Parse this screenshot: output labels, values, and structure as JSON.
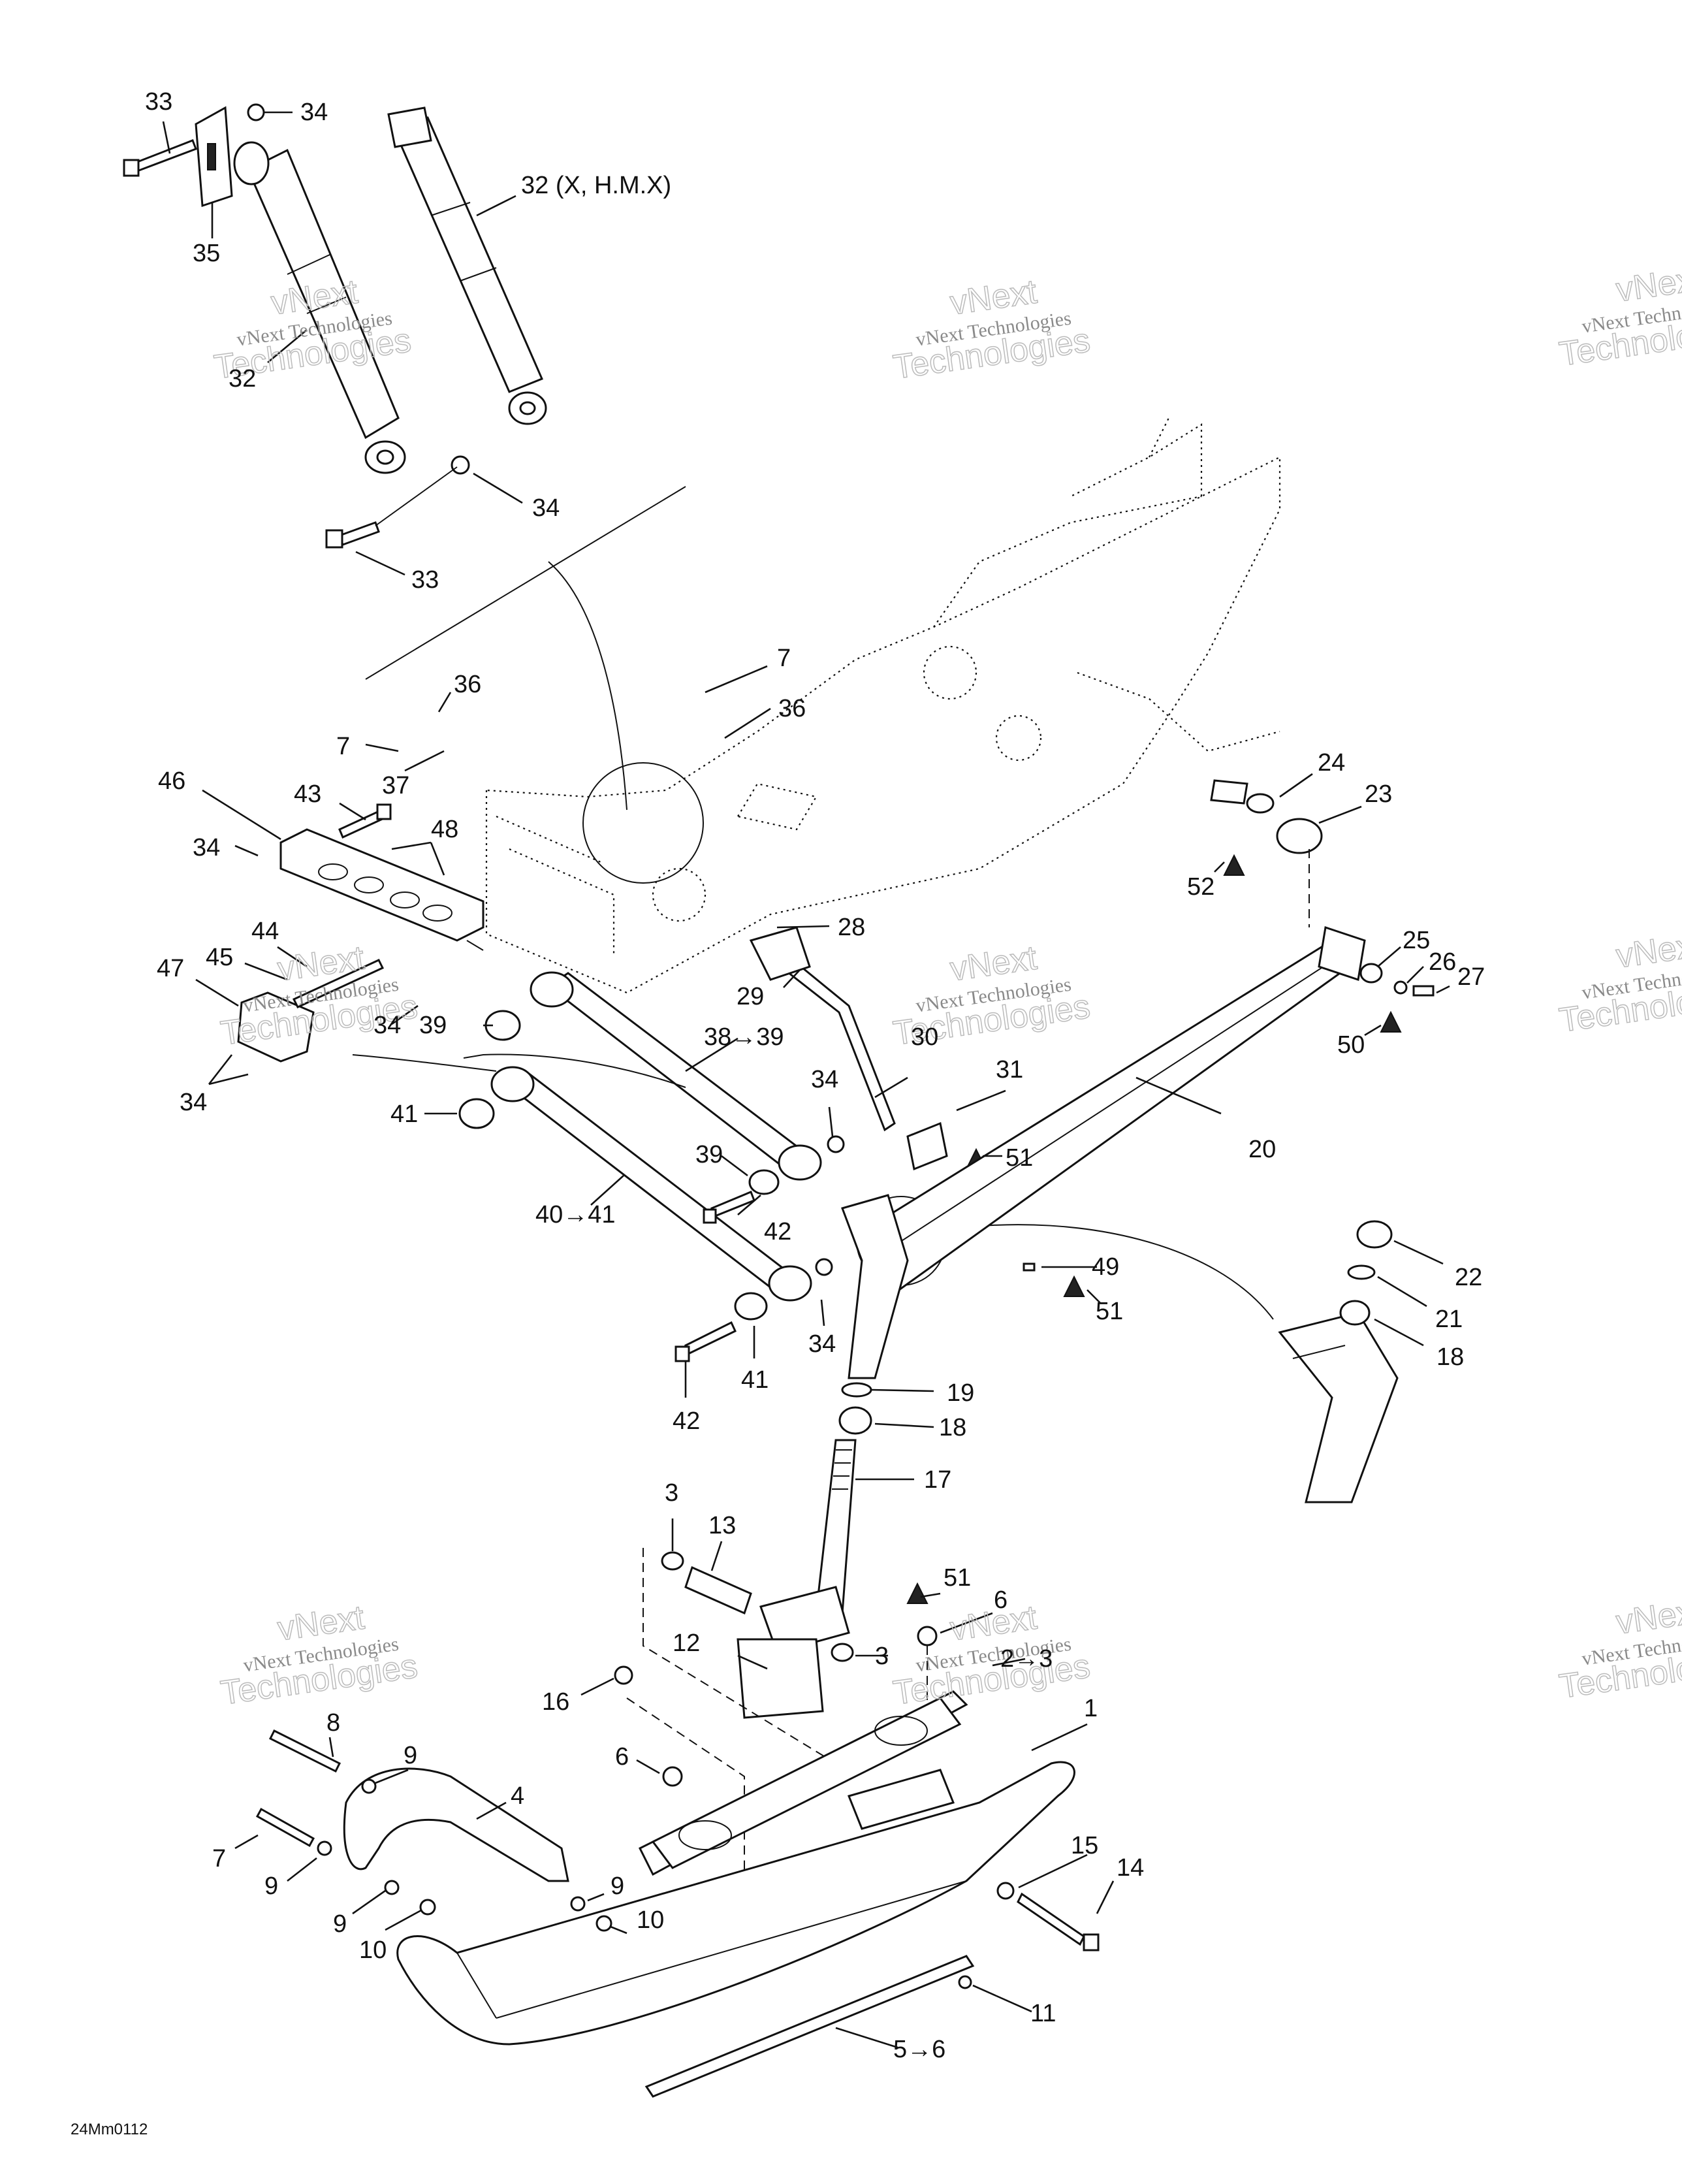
{
  "diagram": {
    "drawing_code": "24Mm0112",
    "watermark": {
      "line1": "vNext Technologies",
      "line2": "vNext",
      "line3": "Technologies"
    },
    "callouts": [
      {
        "id": "c33a",
        "text": "33"
      },
      {
        "id": "c34a",
        "text": "34"
      },
      {
        "id": "c35",
        "text": "35"
      },
      {
        "id": "c32x",
        "text": "32 (X, H.M.X)"
      },
      {
        "id": "c32",
        "text": "32"
      },
      {
        "id": "c34b",
        "text": "34"
      },
      {
        "id": "c33b",
        "text": "33"
      },
      {
        "id": "c36a",
        "text": "36"
      },
      {
        "id": "c7a",
        "text": "7"
      },
      {
        "id": "c7b",
        "text": "7"
      },
      {
        "id": "c36b",
        "text": "36"
      },
      {
        "id": "c37",
        "text": "37"
      },
      {
        "id": "c46",
        "text": "46"
      },
      {
        "id": "c43",
        "text": "43"
      },
      {
        "id": "c48",
        "text": "48"
      },
      {
        "id": "c34c",
        "text": "34"
      },
      {
        "id": "c44",
        "text": "44"
      },
      {
        "id": "c45",
        "text": "45"
      },
      {
        "id": "c47",
        "text": "47"
      },
      {
        "id": "c34d",
        "text": "34"
      },
      {
        "id": "c39a",
        "text": "39"
      },
      {
        "id": "c34e",
        "text": "34"
      },
      {
        "id": "c28",
        "text": "28"
      },
      {
        "id": "c29",
        "text": "29"
      },
      {
        "id": "c38",
        "text": "38→39"
      },
      {
        "id": "c30",
        "text": "30"
      },
      {
        "id": "c41a",
        "text": "41"
      },
      {
        "id": "c34f",
        "text": "34"
      },
      {
        "id": "c31",
        "text": "31"
      },
      {
        "id": "c51a",
        "text": "51"
      },
      {
        "id": "c39b",
        "text": "39"
      },
      {
        "id": "c42a",
        "text": "42"
      },
      {
        "id": "c40",
        "text": "40→41"
      },
      {
        "id": "c24",
        "text": "24"
      },
      {
        "id": "c23",
        "text": "23"
      },
      {
        "id": "c52",
        "text": "52"
      },
      {
        "id": "c25",
        "text": "25"
      },
      {
        "id": "c26",
        "text": "26"
      },
      {
        "id": "c27",
        "text": "27"
      },
      {
        "id": "c50",
        "text": "50"
      },
      {
        "id": "c20",
        "text": "20"
      },
      {
        "id": "c22",
        "text": "22"
      },
      {
        "id": "c21",
        "text": "21"
      },
      {
        "id": "c18a",
        "text": "18"
      },
      {
        "id": "c49",
        "text": "49"
      },
      {
        "id": "c51b",
        "text": "51"
      },
      {
        "id": "c34g",
        "text": "34"
      },
      {
        "id": "c41b",
        "text": "41"
      },
      {
        "id": "c42b",
        "text": "42"
      },
      {
        "id": "c19",
        "text": "19"
      },
      {
        "id": "c18b",
        "text": "18"
      },
      {
        "id": "c17",
        "text": "17"
      },
      {
        "id": "c3a",
        "text": "3"
      },
      {
        "id": "c13",
        "text": "13"
      },
      {
        "id": "c51c",
        "text": "51"
      },
      {
        "id": "c6a",
        "text": "6"
      },
      {
        "id": "c12",
        "text": "12"
      },
      {
        "id": "c3b",
        "text": "3"
      },
      {
        "id": "c2",
        "text": "2→3"
      },
      {
        "id": "c16",
        "text": "16"
      },
      {
        "id": "c1",
        "text": "1"
      },
      {
        "id": "c8",
        "text": "8"
      },
      {
        "id": "c9a",
        "text": "9"
      },
      {
        "id": "c6b",
        "text": "6"
      },
      {
        "id": "c4",
        "text": "4"
      },
      {
        "id": "c7c",
        "text": "7"
      },
      {
        "id": "c9b",
        "text": "9"
      },
      {
        "id": "c15",
        "text": "15"
      },
      {
        "id": "c14",
        "text": "14"
      },
      {
        "id": "c9c",
        "text": "9"
      },
      {
        "id": "c10a",
        "text": "10"
      },
      {
        "id": "c9d",
        "text": "9"
      },
      {
        "id": "c10b",
        "text": "10"
      },
      {
        "id": "c11",
        "text": "11"
      },
      {
        "id": "c5",
        "text": "5→6"
      }
    ]
  }
}
